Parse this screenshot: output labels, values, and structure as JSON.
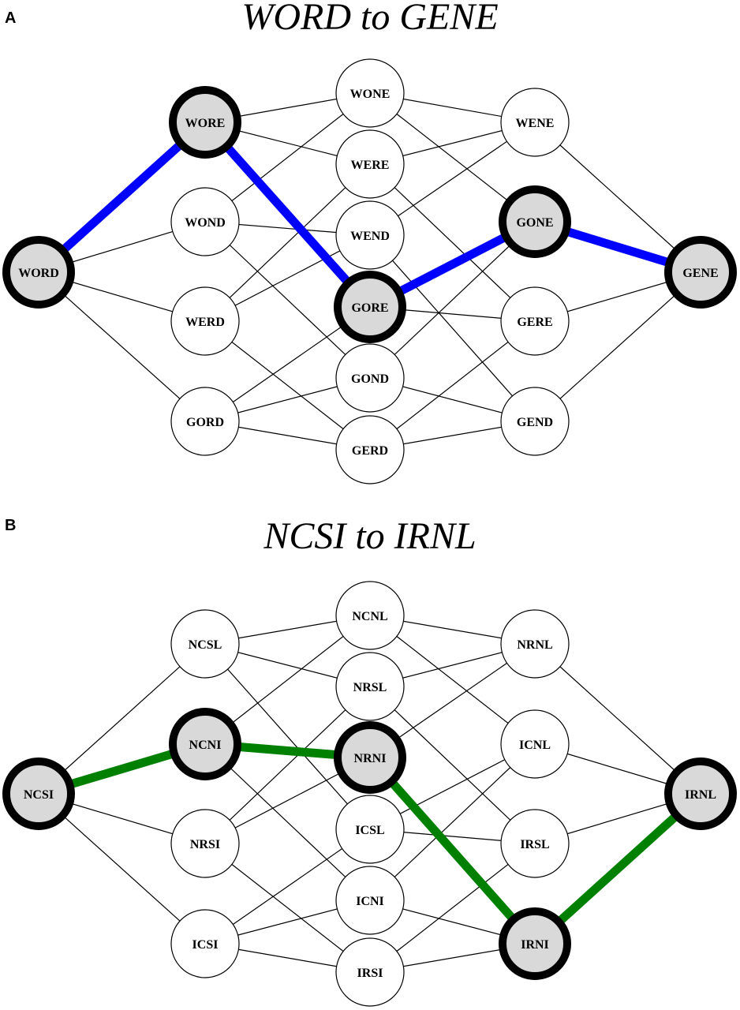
{
  "colors": {
    "path_a": "#0000ff",
    "path_b": "#008000",
    "node_fill": "#ffffff",
    "path_node_fill": "#d9d9d9"
  },
  "panels": [
    {
      "letter": "A",
      "title": "WORD to GENE",
      "nodes": [
        "WORD",
        "WORE",
        "WOND",
        "WERD",
        "GORD",
        "WONE",
        "WERE",
        "WEND",
        "GORE",
        "GOND",
        "GERD",
        "WENE",
        "GONE",
        "GERE",
        "GEND",
        "GENE"
      ],
      "edges": [
        [
          "WORD",
          "WORE"
        ],
        [
          "WORD",
          "WOND"
        ],
        [
          "WORD",
          "WERD"
        ],
        [
          "WORD",
          "GORD"
        ],
        [
          "WORE",
          "WONE"
        ],
        [
          "WORE",
          "WERE"
        ],
        [
          "WORE",
          "GORE"
        ],
        [
          "WOND",
          "WONE"
        ],
        [
          "WOND",
          "WEND"
        ],
        [
          "WOND",
          "GOND"
        ],
        [
          "WERD",
          "WERE"
        ],
        [
          "WERD",
          "WEND"
        ],
        [
          "WERD",
          "GERD"
        ],
        [
          "GORD",
          "GORE"
        ],
        [
          "GORD",
          "GOND"
        ],
        [
          "GORD",
          "GERD"
        ],
        [
          "WONE",
          "WENE"
        ],
        [
          "WONE",
          "GONE"
        ],
        [
          "WERE",
          "WENE"
        ],
        [
          "WERE",
          "GERE"
        ],
        [
          "WEND",
          "WENE"
        ],
        [
          "WEND",
          "GEND"
        ],
        [
          "GORE",
          "GONE"
        ],
        [
          "GORE",
          "GERE"
        ],
        [
          "GOND",
          "GONE"
        ],
        [
          "GOND",
          "GEND"
        ],
        [
          "GERD",
          "GERE"
        ],
        [
          "GERD",
          "GEND"
        ],
        [
          "WENE",
          "GENE"
        ],
        [
          "GONE",
          "GENE"
        ],
        [
          "GERE",
          "GENE"
        ],
        [
          "GEND",
          "GENE"
        ]
      ],
      "path": [
        "WORD",
        "WORE",
        "GORE",
        "GONE",
        "GENE"
      ]
    },
    {
      "letter": "B",
      "title": "NCSI to IRNL",
      "nodes": [
        "NCSI",
        "NCSL",
        "NCNI",
        "NRSI",
        "ICSI",
        "NCNL",
        "NRSL",
        "NRNI",
        "ICSL",
        "ICNI",
        "IRSI",
        "NRNL",
        "ICNL",
        "IRSL",
        "IRNI",
        "IRNL"
      ],
      "edges": [
        [
          "NCSI",
          "NCSL"
        ],
        [
          "NCSI",
          "NCNI"
        ],
        [
          "NCSI",
          "NRSI"
        ],
        [
          "NCSI",
          "ICSI"
        ],
        [
          "NCSL",
          "NCNL"
        ],
        [
          "NCSL",
          "NRSL"
        ],
        [
          "NCSL",
          "ICSL"
        ],
        [
          "NCNI",
          "NCNL"
        ],
        [
          "NCNI",
          "NRNI"
        ],
        [
          "NCNI",
          "ICNI"
        ],
        [
          "NRSI",
          "NRSL"
        ],
        [
          "NRSI",
          "NRNI"
        ],
        [
          "NRSI",
          "IRSI"
        ],
        [
          "ICSI",
          "ICSL"
        ],
        [
          "ICSI",
          "ICNI"
        ],
        [
          "ICSI",
          "IRSI"
        ],
        [
          "NCNL",
          "NRNL"
        ],
        [
          "NCNL",
          "ICNL"
        ],
        [
          "NRSL",
          "NRNL"
        ],
        [
          "NRSL",
          "IRSL"
        ],
        [
          "NRNI",
          "NRNL"
        ],
        [
          "NRNI",
          "IRNI"
        ],
        [
          "ICSL",
          "ICNL"
        ],
        [
          "ICSL",
          "IRSL"
        ],
        [
          "ICNI",
          "ICNL"
        ],
        [
          "ICNI",
          "IRNI"
        ],
        [
          "IRSI",
          "IRSL"
        ],
        [
          "IRSI",
          "IRNI"
        ],
        [
          "NRNL",
          "IRNL"
        ],
        [
          "ICNL",
          "IRNL"
        ],
        [
          "IRSL",
          "IRNL"
        ],
        [
          "IRNI",
          "IRNL"
        ]
      ],
      "path": [
        "NCSI",
        "NCNI",
        "NRNI",
        "IRNI",
        "IRNL"
      ]
    }
  ]
}
